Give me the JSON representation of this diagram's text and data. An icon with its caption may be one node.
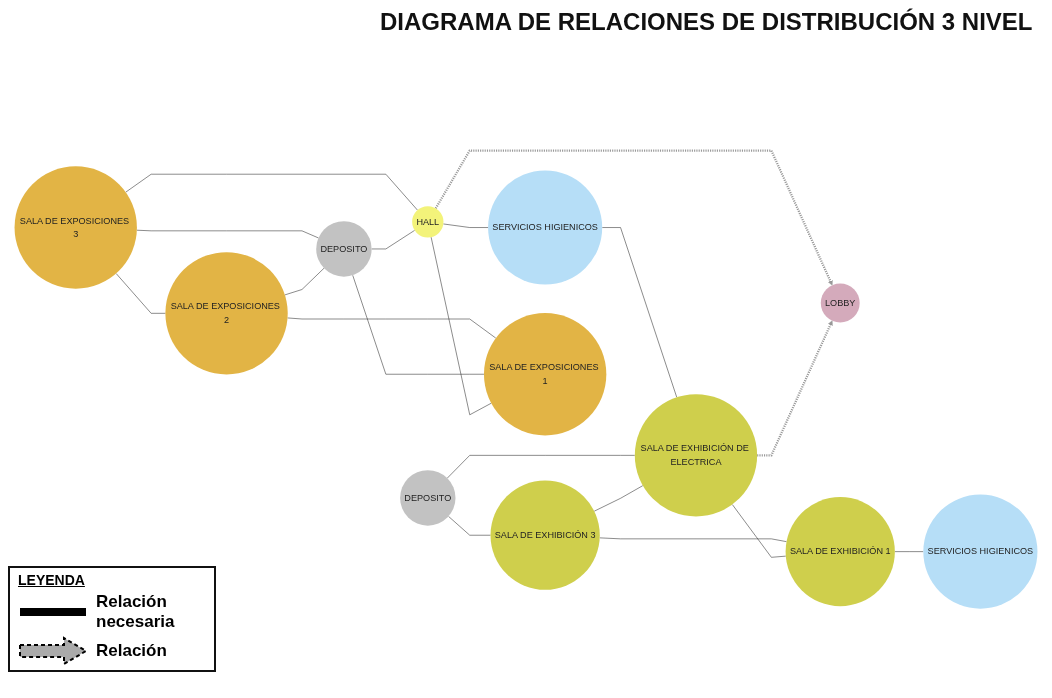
{
  "diagram": {
    "title": "DIAGRAMA DE RELACIONES DE DISTRIBUCIÓN 3 NIVEL",
    "nodes": [
      {
        "text": [
          "SALA DE EXPOSICIONES 3"
        ]
      },
      {
        "text": [
          "SALA DE EXPOSICIONES 2"
        ]
      },
      {
        "text": [
          "DEPOSITO"
        ]
      },
      {
        "text": [
          "HALL"
        ]
      },
      {
        "text": [
          "SERVICIOS HIGIENICOS"
        ]
      },
      {
        "text": [
          "DEPOSITO"
        ]
      },
      {
        "text": [
          "SALA DE EXHIBICIÓN 3"
        ]
      },
      {
        "text": [
          "SALA DE EXHIBICIÓN DE ELECTRICA"
        ]
      },
      {
        "text": [
          "SALA DE EXPOSICIONES 1"
        ]
      },
      {
        "text": [
          "LOBBY"
        ]
      },
      {
        "text": [
          "SALA DE EXHIBICIÓN 1"
        ]
      },
      {
        "text": [
          "SERVICIOS HIGIENICOS"
        ]
      }
    ],
    "edges": [
      {
        "from": 0,
        "to": 1,
        "arrow": "none"
      },
      {
        "from": 0,
        "to": 2,
        "arrow": "none"
      },
      {
        "from": 0,
        "to": 3,
        "arrow": "none"
      },
      {
        "from": 1,
        "to": 2,
        "arrow": "none"
      },
      {
        "from": 2,
        "to": 3,
        "arrow": "none"
      },
      {
        "from": 1,
        "to": 8,
        "arrow": "none"
      },
      {
        "from": 2,
        "to": 8,
        "arrow": "none"
      },
      {
        "from": 3,
        "to": 8,
        "arrow": "none"
      },
      {
        "from": 3,
        "to": 4,
        "arrow": "none"
      },
      {
        "from": 4,
        "to": 7,
        "arrow": "none"
      },
      {
        "from": 5,
        "to": 6,
        "arrow": "none"
      },
      {
        "from": 5,
        "to": 7,
        "arrow": "none"
      },
      {
        "from": 6,
        "to": 7,
        "arrow": "none"
      },
      {
        "from": 6,
        "to": 10,
        "arrow": "none"
      },
      {
        "from": 7,
        "to": 10,
        "arrow": "none"
      },
      {
        "from": 10,
        "to": 11,
        "arrow": "none"
      },
      {
        "from": 3,
        "to": 9,
        "arrow": "to",
        "style": "dashed",
        "color": "#999999"
      },
      {
        "from": 7,
        "to": 9,
        "arrow": "to",
        "style": "dashed",
        "color": "#999999"
      }
    ],
    "labels": [
      "LEYENDA"
    ],
    "legend": [
      {
        "text": "Relación necesaria"
      },
      {
        "text": "Relación"
      }
    ]
  }
}
